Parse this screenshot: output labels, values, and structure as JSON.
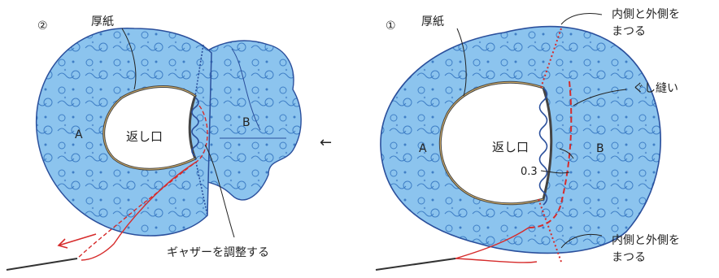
{
  "left": {
    "step": "②",
    "cardboard": "厚紙",
    "opening": "返し口",
    "part_a": "A",
    "part_b": "B",
    "gather_note": "ギャザーを調整する"
  },
  "right": {
    "step": "①",
    "cardboard": "厚紙",
    "opening": "返し口",
    "part_a": "A",
    "part_b": "B",
    "running_stitch": "ぐし縫い",
    "seam_measure": "0.3",
    "whipstitch_top_1": "内側と外側を",
    "whipstitch_top_2": "まつる",
    "whipstitch_bottom_1": "内側と外側を",
    "whipstitch_bottom_2": "まつる"
  },
  "arrow": "←",
  "colors": {
    "fabric": "#6fb2e6",
    "fabric_dark": "#2f6fb8",
    "outline": "#2a4f9c",
    "thread": "#d62b2b",
    "needle": "#333333"
  }
}
